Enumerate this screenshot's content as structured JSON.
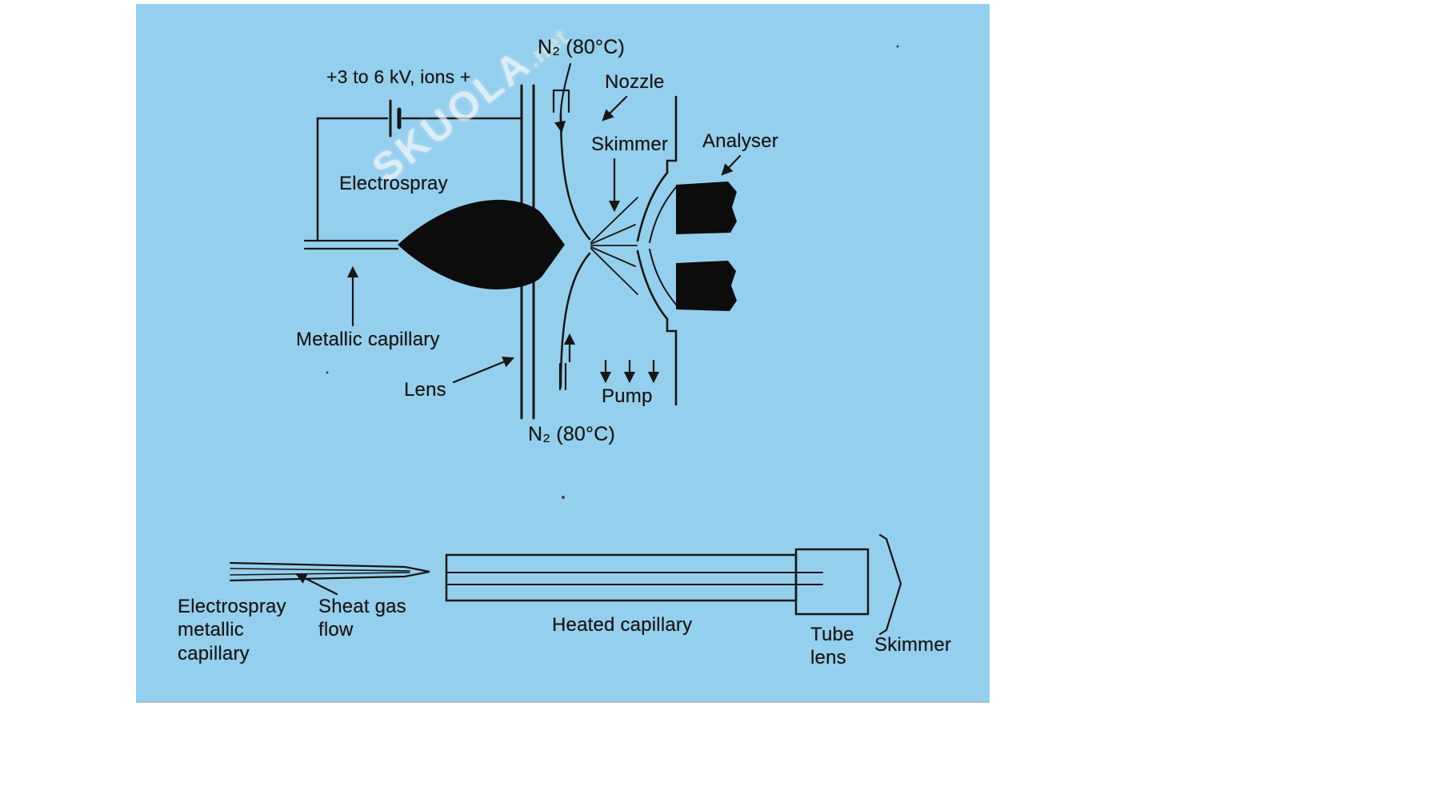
{
  "figure": {
    "colors": {
      "panel": "#95cfee",
      "ink": "#161616",
      "paper": "#ffffff",
      "fill": "#0c0c0c"
    },
    "watermark": {
      "text": "SKUOLA",
      "suffix": ".net"
    },
    "labels": {
      "voltage": "+3 to 6 kV, ions +",
      "n2_top": "N₂ (80°C)",
      "nozzle": "Nozzle",
      "skimmer": "Skimmer",
      "analyser": "Analyser",
      "electrospray": "Electrospray",
      "metallic_capillary": "Metallic capillary",
      "lens": "Lens",
      "pump": "Pump",
      "n2_bottom": "N₂ (80°C)"
    },
    "bottom_labels": {
      "esp_metallic_capillary": "Electrospray\nmetallic\ncapillary",
      "sheath_gas": "Sheat gas\nflow",
      "heated_capillary": "Heated capillary",
      "tube_lens": "Tube\nlens",
      "skimmer": "Skimmer"
    }
  }
}
